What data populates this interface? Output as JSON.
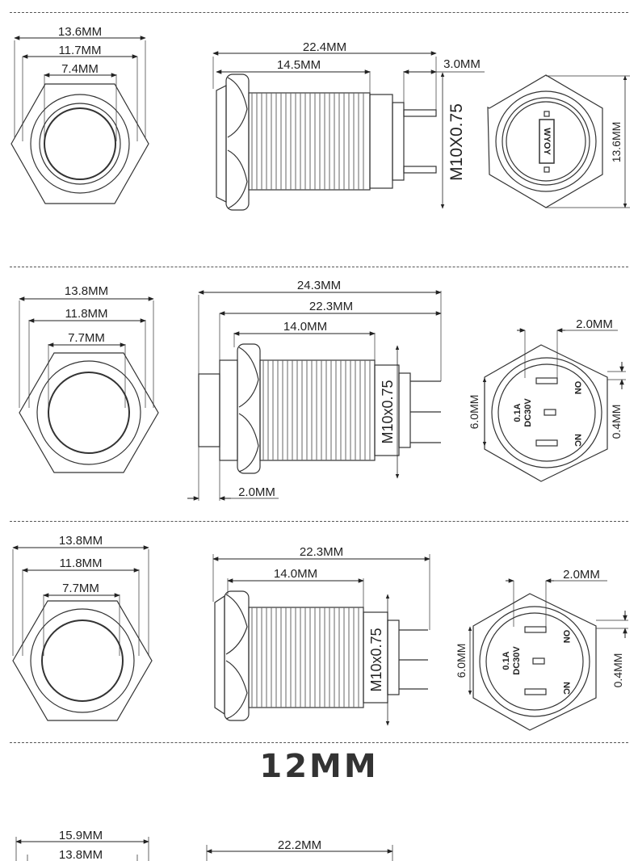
{
  "title": "12MM",
  "sections": [
    {
      "dims": {
        "front": [
          "13.6MM",
          "11.7MM",
          "7.4MM"
        ],
        "side": [
          "22.4MM",
          "14.5MM",
          "3.0MM"
        ],
        "thread": "M10X0.75",
        "back_height": "13.6MM",
        "back_label": "WYOY"
      }
    },
    {
      "dims": {
        "front": [
          "13.8MM",
          "11.8MM",
          "7.7MM"
        ],
        "side": [
          "24.3MM",
          "22.3MM",
          "14.0MM",
          "2.0MM"
        ],
        "thread": "M10x0.75",
        "back": [
          "2.0MM",
          "6.0MM",
          "0.4MM"
        ],
        "back_labels": [
          "ON",
          "NC",
          "0.1A",
          "DC30V"
        ]
      }
    },
    {
      "dims": {
        "front": [
          "13.8MM",
          "11.8MM",
          "7.7MM"
        ],
        "side": [
          "22.3MM",
          "14.0MM"
        ],
        "thread": "M10x0.75",
        "back": [
          "2.0MM",
          "6.0MM",
          "0.4MM"
        ],
        "back_labels": [
          "ON",
          "NC",
          "0.1A",
          "DC30V"
        ]
      }
    },
    {
      "dims": {
        "front": [
          "15.9MM",
          "13.8MM"
        ],
        "side": [
          "22.2MM"
        ]
      }
    }
  ]
}
